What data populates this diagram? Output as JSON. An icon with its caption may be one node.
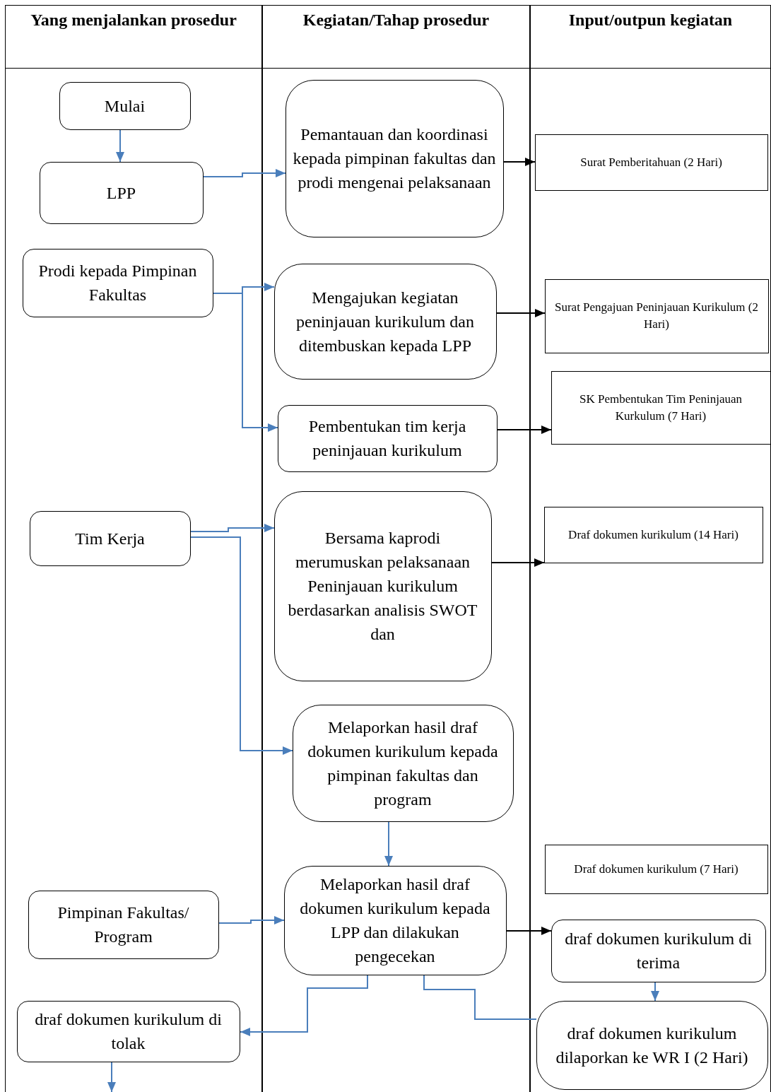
{
  "diagram": {
    "nodes": [
      {
        "text": [
          "Yang menjalankan prosedur"
        ]
      },
      {
        "text": [
          "Mulai"
        ],
        "in": 0
      },
      {
        "text": [
          "LPP"
        ],
        "in": 0
      },
      {
        "text": [
          "Prodi kepada Pimpinan Fakultas"
        ],
        "in": 0
      },
      {
        "text": [
          "Tim Kerja"
        ],
        "in": 0
      },
      {
        "text": [
          "Pimpinan Fakultas/ Program"
        ],
        "in": 0
      },
      {
        "text": [
          "draf dokumen kurikulum di tolak"
        ],
        "in": 0
      },
      {
        "text": [
          "Kegiatan/Tahap prosedur"
        ]
      },
      {
        "text": [
          "Pemantauan dan koordinasi kepada pimpinan fakultas dan prodi mengenai pelaksanaan"
        ],
        "in": 7
      },
      {
        "text": [
          "Mengajukan kegiatan peninjauan kurikulum dan ditembuskan kepada LPP"
        ],
        "in": 7
      },
      {
        "text": [
          "Pembentukan tim kerja peninjauan kurikulum"
        ],
        "in": 7
      },
      {
        "text": [
          "Bersama kaprodi merumuskan pelaksanaan Peninjauan kurikulum berdasarkan analisis SWOT dan"
        ],
        "in": 7
      },
      {
        "text": [
          "Melaporkan hasil draf dokumen kurikulum kepada pimpinan fakultas dan program"
        ],
        "in": 7
      },
      {
        "text": [
          "Melaporkan hasil draf dokumen kurikulum kepada LPP dan dilakukan pengecekan"
        ],
        "in": 7
      },
      {
        "text": [
          "Input/outpun kegiatan"
        ]
      },
      {
        "text": [
          "Surat Pemberitahuan (2 Hari)"
        ],
        "in": 14
      },
      {
        "text": [
          "Surat Pengajuan Peninjauan Kurikulum (2 Hari)"
        ],
        "in": 14
      },
      {
        "text": [
          "SK Pembentukan Tim Peninjauan Kurkulum (7 Hari)"
        ],
        "in": 14
      },
      {
        "text": [
          "Draf dokumen kurikulum (14 Hari)"
        ],
        "in": 14
      },
      {
        "text": [
          "Draf dokumen kurikulum (7 Hari)"
        ],
        "in": 14
      },
      {
        "text": [
          "draf dokumen kurikulum di terima"
        ],
        "in": 14
      },
      {
        "text": [
          "draf dokumen kurikulum dilaporkan ke WR I (2 Hari)"
        ],
        "in": 14
      }
    ],
    "edges": [
      {
        "from": 1,
        "to": 2,
        "arrow": "to"
      },
      {
        "from": 2,
        "to": 8,
        "arrow": "to"
      },
      {
        "from": 8,
        "to": 15,
        "arrow": "to",
        "color": "#000000"
      },
      {
        "from": 3,
        "to": 9,
        "arrow": "to"
      },
      {
        "from": 3,
        "to": 10,
        "arrow": "to"
      },
      {
        "from": 9,
        "to": 16,
        "arrow": "to",
        "color": "#000000"
      },
      {
        "from": 10,
        "to": 17,
        "arrow": "to",
        "color": "#000000"
      },
      {
        "from": 4,
        "to": 11,
        "arrow": "to"
      },
      {
        "from": 4,
        "to": 12,
        "arrow": "to"
      },
      {
        "from": 11,
        "to": 18,
        "arrow": "to",
        "color": "#000000"
      },
      {
        "from": 12,
        "to": 13,
        "arrow": "to"
      },
      {
        "from": 5,
        "to": 13,
        "arrow": "to"
      },
      {
        "from": 13,
        "to": 20,
        "arrow": "to",
        "color": "#000000"
      },
      {
        "from": 20,
        "to": 21,
        "arrow": "to"
      },
      {
        "from": 13,
        "to": 6,
        "arrow": "to"
      },
      {
        "from": 13,
        "to": 21,
        "arrow": "none"
      },
      {
        "from": 6,
        "to": null,
        "arrow": "to"
      }
    ]
  }
}
